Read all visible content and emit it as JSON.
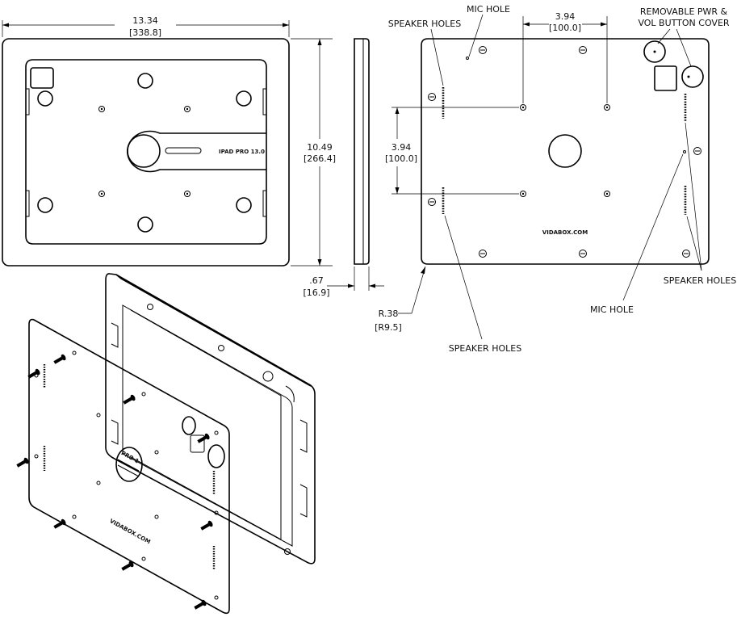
{
  "front_view": {
    "width_dim": "13.34",
    "width_dim_metric": "[338.8]",
    "height_dim": "10.49",
    "height_dim_metric": "[266.4]",
    "engraving": "IPAD PRO 13.0"
  },
  "side_view": {
    "depth_dim": ".67",
    "depth_dim_metric": "[16.9]",
    "radius_dim": "R.38",
    "radius_dim_metric": "[R9.5]"
  },
  "back_view": {
    "spacing_h": "3.94",
    "spacing_h_metric": "[100.0]",
    "spacing_v": "3.94",
    "spacing_v_metric": "[100.0]",
    "brand_text": "VIDABOX.COM",
    "callouts": {
      "speaker_holes_top_left": "SPEAKER HOLES",
      "mic_hole_top": "MIC HOLE",
      "button_cover_line1": "REMOVABLE PWR &",
      "button_cover_line2": "VOL BUTTON COVER",
      "speaker_holes_right": "SPEAKER HOLES",
      "mic_hole_right": "MIC HOLE",
      "speaker_holes_bottom": "SPEAKER HOLES"
    }
  },
  "iso_view": {
    "brand_text": "VIDABOX.COM",
    "engraving": "PRO 1"
  }
}
